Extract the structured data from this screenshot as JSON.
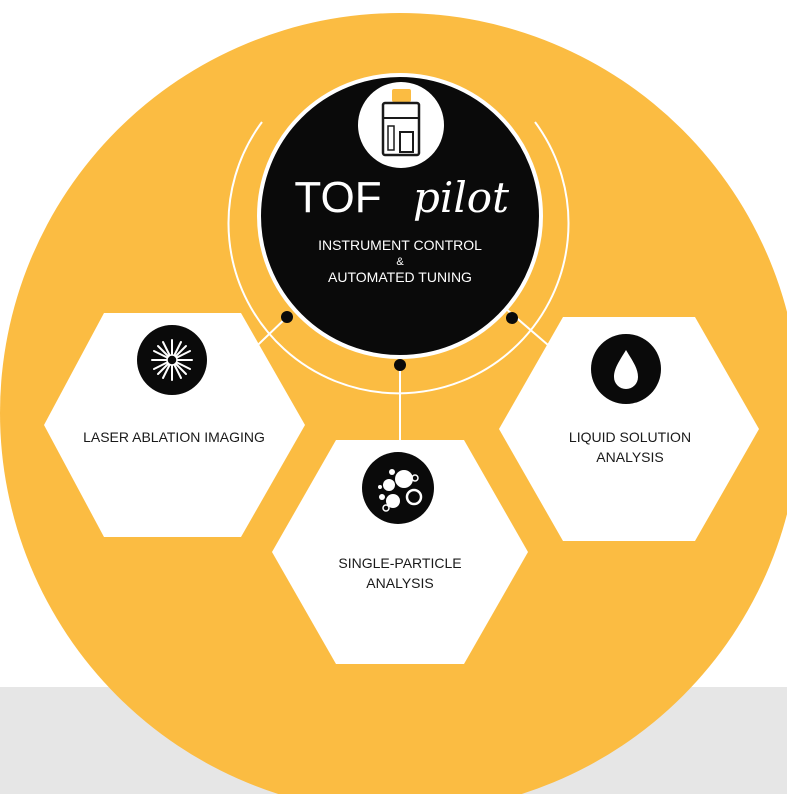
{
  "colors": {
    "background_circle": "#fbbc42",
    "center_circle": "#0a0a0a",
    "hexagon_fill": "#ffffff",
    "band": "#e6e6e6",
    "connector": "#ffffff",
    "node_dot": "#0a0a0a"
  },
  "center": {
    "brand_primary": "TOF",
    "brand_script": "pilot",
    "subtitle_line1": "INSTRUMENT CONTROL",
    "subtitle_line2": "&",
    "subtitle_line3": "AUTOMATED TUNING",
    "icon": "instrument-icon"
  },
  "nodes": [
    {
      "label_line1": "LASER ABLATION IMAGING",
      "label_line2": "",
      "icon": "laser-burst-icon"
    },
    {
      "label_line1": "SINGLE-PARTICLE",
      "label_line2": "ANALYSIS",
      "icon": "particles-icon"
    },
    {
      "label_line1": "LIQUID SOLUTION",
      "label_line2": "ANALYSIS",
      "icon": "droplet-icon"
    }
  ]
}
